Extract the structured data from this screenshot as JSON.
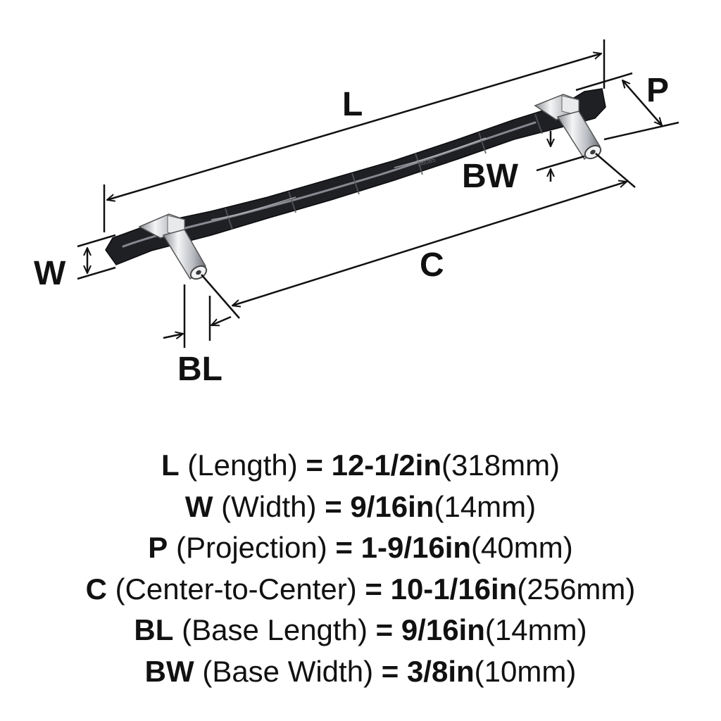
{
  "diagram": {
    "labels": {
      "L": "L",
      "W": "W",
      "P": "P",
      "C": "C",
      "BL": "BL",
      "BW": "BW"
    },
    "bar_marking": "36085",
    "colors": {
      "bar": "#1f2024",
      "bar_highlight": "#9a9ca3",
      "post": "#d8dadd",
      "line": "#111111"
    }
  },
  "specs": [
    {
      "key": "L",
      "name": "(Length)",
      "eq": "=",
      "value": "12-1/2in",
      "metric": "(318mm)"
    },
    {
      "key": "W",
      "name": "(Width)",
      "eq": "=",
      "value": "9/16in",
      "metric": "(14mm)"
    },
    {
      "key": "P",
      "name": "(Projection)",
      "eq": "=",
      "value": "1-9/16in",
      "metric": "(40mm)"
    },
    {
      "key": "C",
      "name": "(Center-to-Center)",
      "eq": "=",
      "value": "10-1/16in",
      "metric": "(256mm)"
    },
    {
      "key": "BL",
      "name": "(Base Length)",
      "eq": "=",
      "value": "9/16in",
      "metric": "(14mm)"
    },
    {
      "key": "BW",
      "name": "(Base Width)",
      "eq": "=",
      "value": "3/8in",
      "metric": "(10mm)"
    }
  ]
}
